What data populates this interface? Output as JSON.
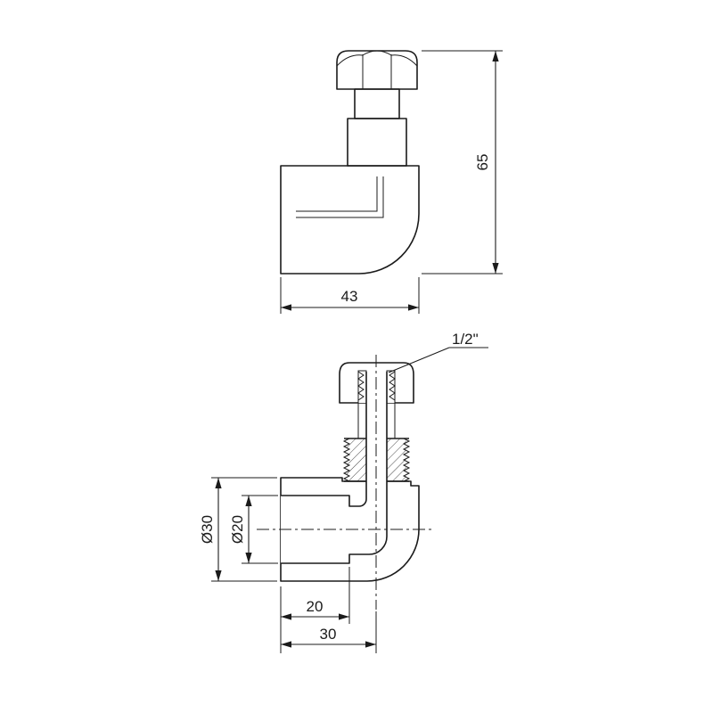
{
  "colors": {
    "line": "#1b1b1b",
    "background": "#ffffff"
  },
  "dimensions": {
    "total_height": "65",
    "body_width": "43",
    "outer_diameter": "Ø30",
    "inner_diameter": "Ø20",
    "socket_depth": "20",
    "arm_length": "30",
    "thread_size": "1/2\""
  }
}
